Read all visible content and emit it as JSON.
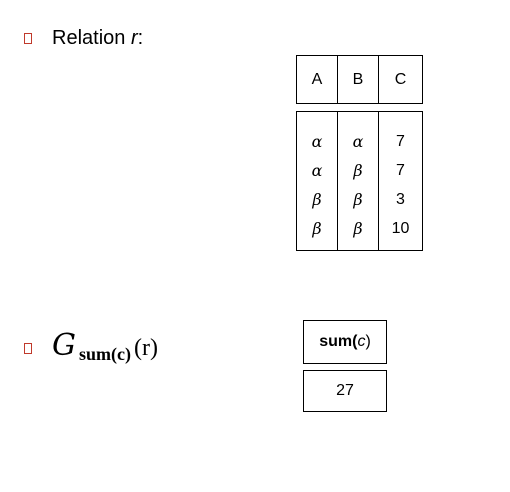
{
  "relation": {
    "heading_label": "Relation",
    "heading_var": "r",
    "heading_colon": ":",
    "columns": [
      "A",
      "B",
      "C"
    ],
    "rows": [
      [
        "α",
        "α",
        "7"
      ],
      [
        "α",
        "β",
        "7"
      ],
      [
        "β",
        "β",
        "3"
      ],
      [
        "β",
        "β",
        "10"
      ]
    ]
  },
  "aggregate": {
    "symbol": "G",
    "subscript": "sum(c)",
    "argument": "(r)"
  },
  "result": {
    "header_func": "sum(",
    "header_var": "c",
    "header_close": " )",
    "value": "27"
  },
  "colors": {
    "bullet_border": "#c0392b",
    "text": "#000000"
  },
  "icons": {
    "bullet": "hollow-square-bullet-icon"
  }
}
